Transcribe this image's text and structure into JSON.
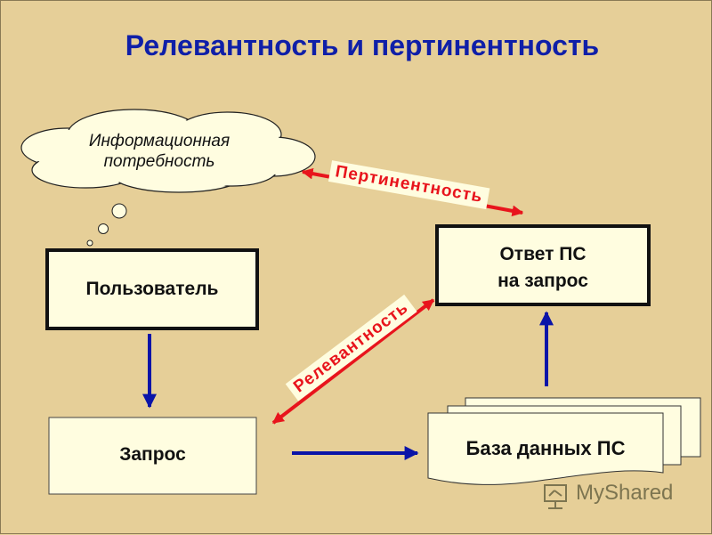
{
  "title": "Релевантность и пертинентность",
  "cloud": {
    "line1": "Информационная",
    "line2": "потребность"
  },
  "boxes": {
    "user": "Пользователь",
    "query": "Запрос",
    "answer_line1": "Ответ ПС",
    "answer_line2": "на запрос",
    "database": "База данных ПС"
  },
  "arrows": {
    "pertinence": "Пертинентность",
    "relevance": "Релевантность"
  },
  "watermark": {
    "prefix": "My",
    "suffix": "Shared"
  },
  "colors": {
    "title": "#0f1fa8",
    "flow_arrow": "#0a14a8",
    "relation_arrow": "#e8141c",
    "box_fill": "#fffde0",
    "background": "#e6cf98"
  }
}
